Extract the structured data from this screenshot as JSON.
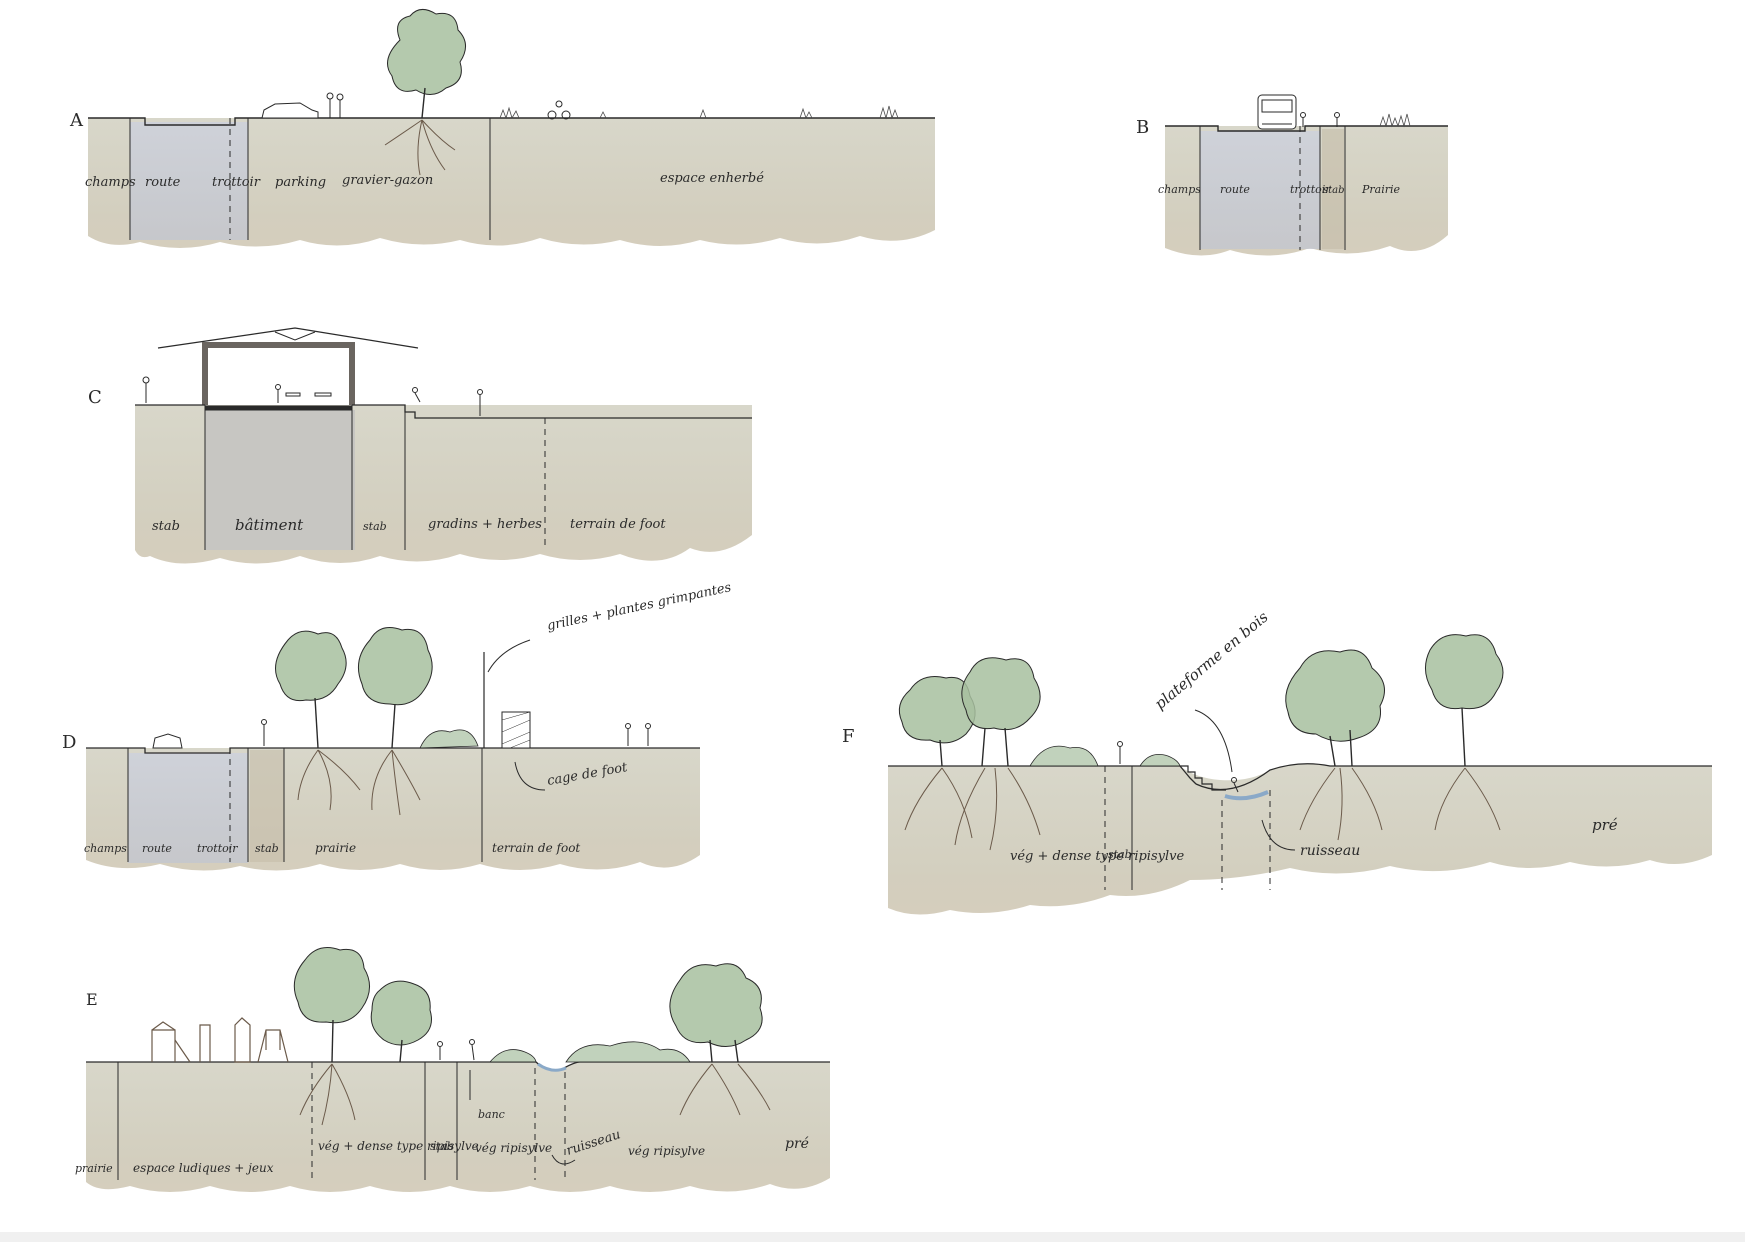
{
  "sections": {
    "A": {
      "letter": "A",
      "labels": [
        "champs",
        "route",
        "trottoir",
        "parking",
        "gravier-gazon",
        "espace enherbé"
      ]
    },
    "B": {
      "letter": "B",
      "labels": [
        "champs",
        "route",
        "trottoir",
        "stab",
        "Prairie"
      ]
    },
    "C": {
      "letter": "C",
      "labels": [
        "stab",
        "bâtiment",
        "stab",
        "gradins + herbes",
        "terrain de foot"
      ]
    },
    "D": {
      "letter": "D",
      "labels": [
        "champs",
        "route",
        "trottoir",
        "stab",
        "prairie",
        "terrain de foot"
      ],
      "annotations": [
        "grilles + plantes grimpantes",
        "cage de foot"
      ]
    },
    "E": {
      "letter": "E",
      "labels": [
        "prairie",
        "espace ludiques + jeux",
        "vég + dense type ripisylve",
        "stab",
        "vég ripisylve",
        "ruisseau",
        "vég ripisylve",
        "pré"
      ],
      "annotations": [
        "banc"
      ]
    },
    "F": {
      "letter": "F",
      "labels": [
        "vég + dense type ripisylve",
        "stab",
        "pré"
      ],
      "annotations": [
        "plateforme en bois",
        "ruisseau"
      ]
    }
  },
  "colors": {
    "soil": "#d6d3c4",
    "soil_dark": "#c4bca8",
    "road": "#c9ccd3",
    "building": "#c7c6c2",
    "foliage": "#a7bf9f",
    "ink": "#2a2a2a",
    "water": "#8aa9c8"
  }
}
